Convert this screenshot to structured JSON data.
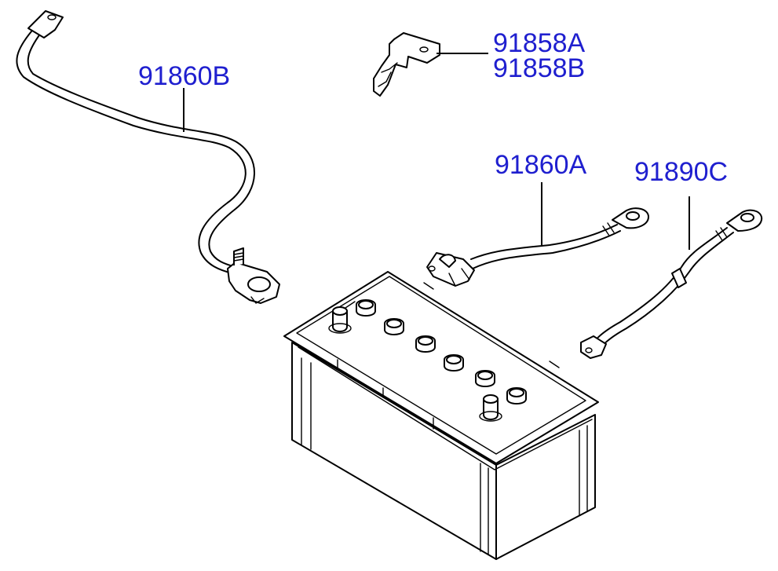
{
  "diagram": {
    "colors": {
      "label": "#1f1fcf",
      "line": "#000000",
      "background": "#ffffff"
    },
    "labels": {
      "bracket_a": "91858A",
      "bracket_b": "91858B",
      "cable_negative": "91860B",
      "cable_positive": "91860A",
      "cable_ground": "91890C"
    }
  }
}
